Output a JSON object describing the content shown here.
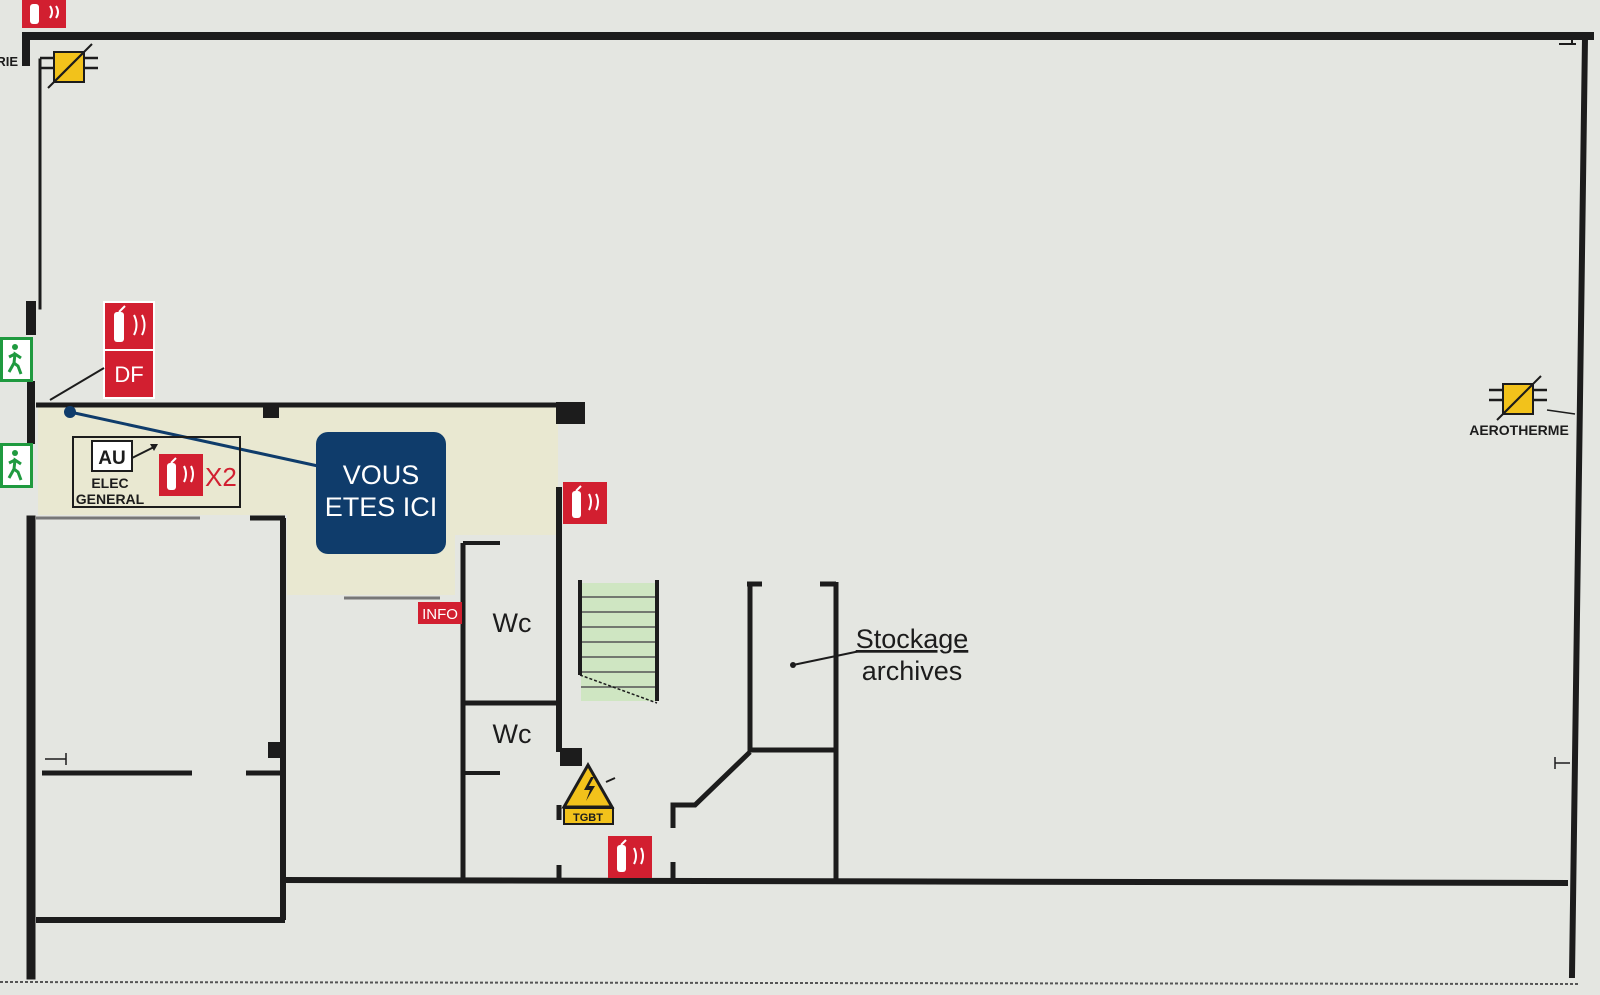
{
  "labels": {
    "top_left_fragment": "RIE",
    "df": "DF",
    "you_are_here_line1": "VOUS",
    "you_are_here_line2": "ETES ICI",
    "au": "AU",
    "elec_line1": "ELEC",
    "elec_line2": "GENERAL",
    "extinguisher_count": "X2",
    "info": "INFO",
    "wc_upper": "Wc",
    "wc_lower": "Wc",
    "tgbt": "TGBT",
    "storage_line1": "Stockage",
    "storage_line2": "archives",
    "aerotherme": "AEROTHERME"
  },
  "colors": {
    "background": "#e4e6e1",
    "wall": "#1c1c1c",
    "highlight_zone": "#e9e8d1",
    "fire_red": "#d21f30",
    "exit_green": "#1f9a3f",
    "you_are_here_blue": "#0f3c6b",
    "warning_yellow": "#f2c21b",
    "stairs_green": "#cfe6c2"
  },
  "icons": {
    "fire_extinguisher": "fire-extinguisher-icon",
    "emergency_exit": "emergency-exit-icon",
    "heater": "aerotherme-icon",
    "electrical_hazard": "electrical-hazard-icon"
  }
}
